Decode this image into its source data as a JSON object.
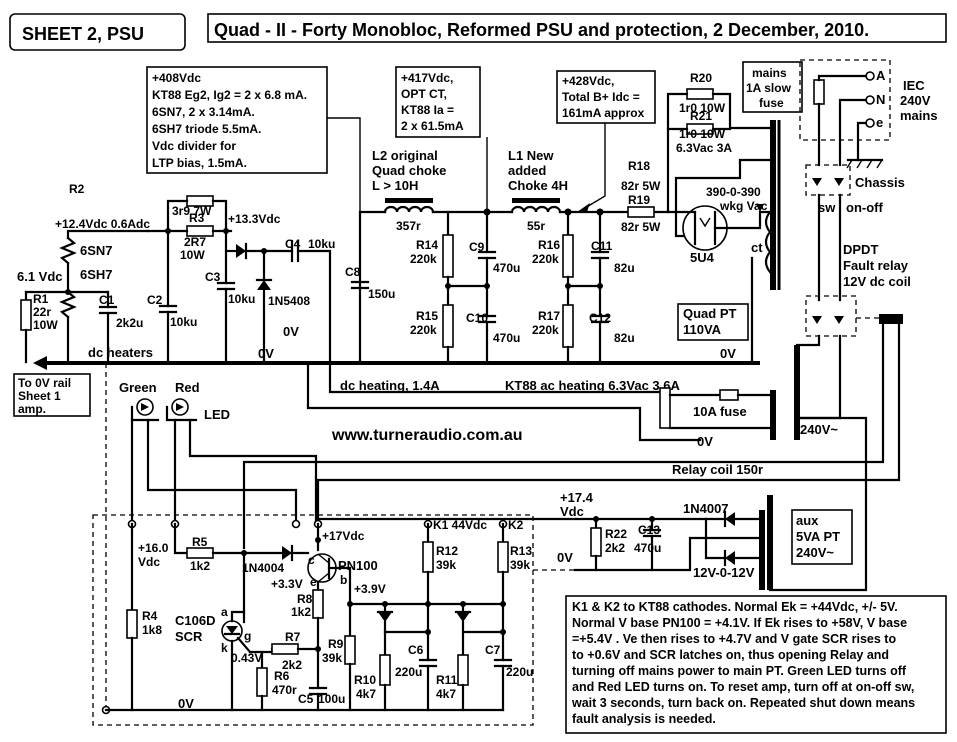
{
  "sheet": "SHEET 2, PSU",
  "title": "Quad - II - Forty Monobloc, Reformed PSU and protection, 2 December, 2010.",
  "notes": {
    "n408": [
      "+408Vdc",
      "KT88 Eg2, Ig2 = 2 x 6.8 mA.",
      "6SN7, 2 x 3.14mA.",
      "6SH7 triode 5.5mA.",
      " Vdc divider for",
      "LTP bias, 1.5mA."
    ],
    "n417": [
      "+417Vdc,",
      "OPT CT,",
      "KT88 Ia =",
      "2 x 61.5mA"
    ],
    "n428": [
      "+428Vdc,",
      "Total B+ Idc =",
      "161mA approx"
    ],
    "fuse": [
      "mains",
      "1A slow",
      "fuse"
    ],
    "rail": [
      "To 0V rail",
      "Sheet 1",
      "amp."
    ],
    "description": [
      "K1 & K2 to KT88 cathodes.  Normal Ek = +44Vdc, +/- 5V.",
      "Normal V base PN100 = +4.1V. If Ek rises to +58V, V base",
      "=+5.4V . Ve then rises to +4.7V and V gate SCR rises to",
      "to +0.6V  and  SCR latches on, thus opening Relay and",
      "turning off mains power to main PT. Green LED turns off",
      "and Red LED turns on. To reset amp, turn off at on-off sw,",
      "wait 3 seconds, turn back on. Repeated shut down means",
      "fault analysis is needed."
    ]
  },
  "labels": {
    "l2": [
      "L2 original",
      "Quad choke",
      "L > 10H"
    ],
    "l2r": "357r",
    "l1": [
      "L1 New",
      "added",
      "Choke 4H"
    ],
    "l1r": "55r",
    "r20": "R20",
    "r20v": "1r0 10W",
    "r21": "R21",
    "r21v": "1r0 10W",
    "ht": "6.3Vac  3A",
    "r18": "R18",
    "r18v": "82r 5W",
    "r19": "R19",
    "r19v": "82r 5W",
    "hv": [
      "390-0-390",
      "wkg Vac"
    ],
    "tube": "5U4",
    "ct": "ct",
    "quadpt": [
      "Quad PT",
      "110VA"
    ],
    "iec": [
      "IEC",
      "240V",
      "mains"
    ],
    "a": "A",
    "n": "N",
    "e": "e",
    "chassis": "Chassis",
    "sw": "sw",
    "onoff": "on-off",
    "relay": [
      "DPDT",
      "Fault relay",
      "12V dc coil"
    ],
    "c9": "C9",
    "c9v": "470u",
    "c10": "C10",
    "c10v": "470u",
    "r14": "R14",
    "r14v": "220k",
    "r15": "R15",
    "r15v": "220k",
    "r16": "R16",
    "r16v": "220k",
    "r17": "R17",
    "r17v": "220k",
    "c11": "C11",
    "c11v": "82u",
    "c12": "C12",
    "c12v": "82u",
    "c8": "C8",
    "c8v": "150u",
    "r2": "R2",
    "r2v": "3r9 7W",
    "r3": "R3",
    "r3v": "2R7",
    "r3w": "10W",
    "v124": "+12.4Vdc  0.6Adc",
    "v133": "+13.3Vdc",
    "c4": "C4",
    "c4v": "10ku",
    "c3": "C3",
    "c3v": "10ku",
    "c2": "C2",
    "c2v": "10ku",
    "c1": "C1",
    "c1v": "2k2u",
    "diode": "1N5408",
    "sn7": "6SN7",
    "sh7": "6SH7",
    "v61": "6.1 Vdc",
    "r1": "R1",
    "r1v": "22r",
    "r1w": "10W",
    "zero": "0V",
    "dcheaters": "dc heaters",
    "dcheating": "dc heating, 1.4A",
    "acheating": "KT88 ac heating 6.3Vac  3.6A",
    "fuse10": "10A  fuse",
    "v240": "240V~",
    "url": "www.turneraudio.com.au",
    "relaycoil": "Relay coil 150r",
    "green": "Green",
    "red": "Red",
    "led": "LED",
    "v174": [
      "+17.4",
      "Vdc"
    ],
    "d1n4007": "1N4007",
    "r22": "R22",
    "r22v": "2k2",
    "c13": "C13",
    "c13v": "470u",
    "auxpt": [
      "aux",
      "5VA PT",
      "240V~"
    ],
    "v12": "12V-0-12V",
    "v17": "+17Vdc",
    "k1": "K1  44Vdc",
    "k2": "K2",
    "v160": [
      "+16.0",
      "Vdc"
    ],
    "r5": "R5",
    "r5v": "1k2",
    "d1n4004": "1N4004",
    "pn100": "PN100",
    "c": "c",
    "b": "b",
    "v33": "+3.3V",
    "v39": "+3.9V",
    "r12": "R12",
    "r12v": "39k",
    "r13": "R13",
    "r13v": "39k",
    "r8": "R8",
    "r8v": "1k2",
    "r4": "R4",
    "r4v": "1k8",
    "scr": [
      "C106D",
      "SCR"
    ],
    "ga": "a",
    "gg": "g",
    "gk": "k",
    "v043": "0.43V",
    "r7": "R7",
    "r7v": "2k2",
    "r9": "R9",
    "r9v": "39k",
    "r6": "R6",
    "r6v": "470r",
    "c5": "C5",
    "c5v": "100u",
    "r10": "R10",
    "r10v": "4k7",
    "c6": "C6",
    "c6v": "220u",
    "r11": "R11",
    "r11v": "4k7",
    "c7": "C7",
    "c7v": "220u"
  }
}
